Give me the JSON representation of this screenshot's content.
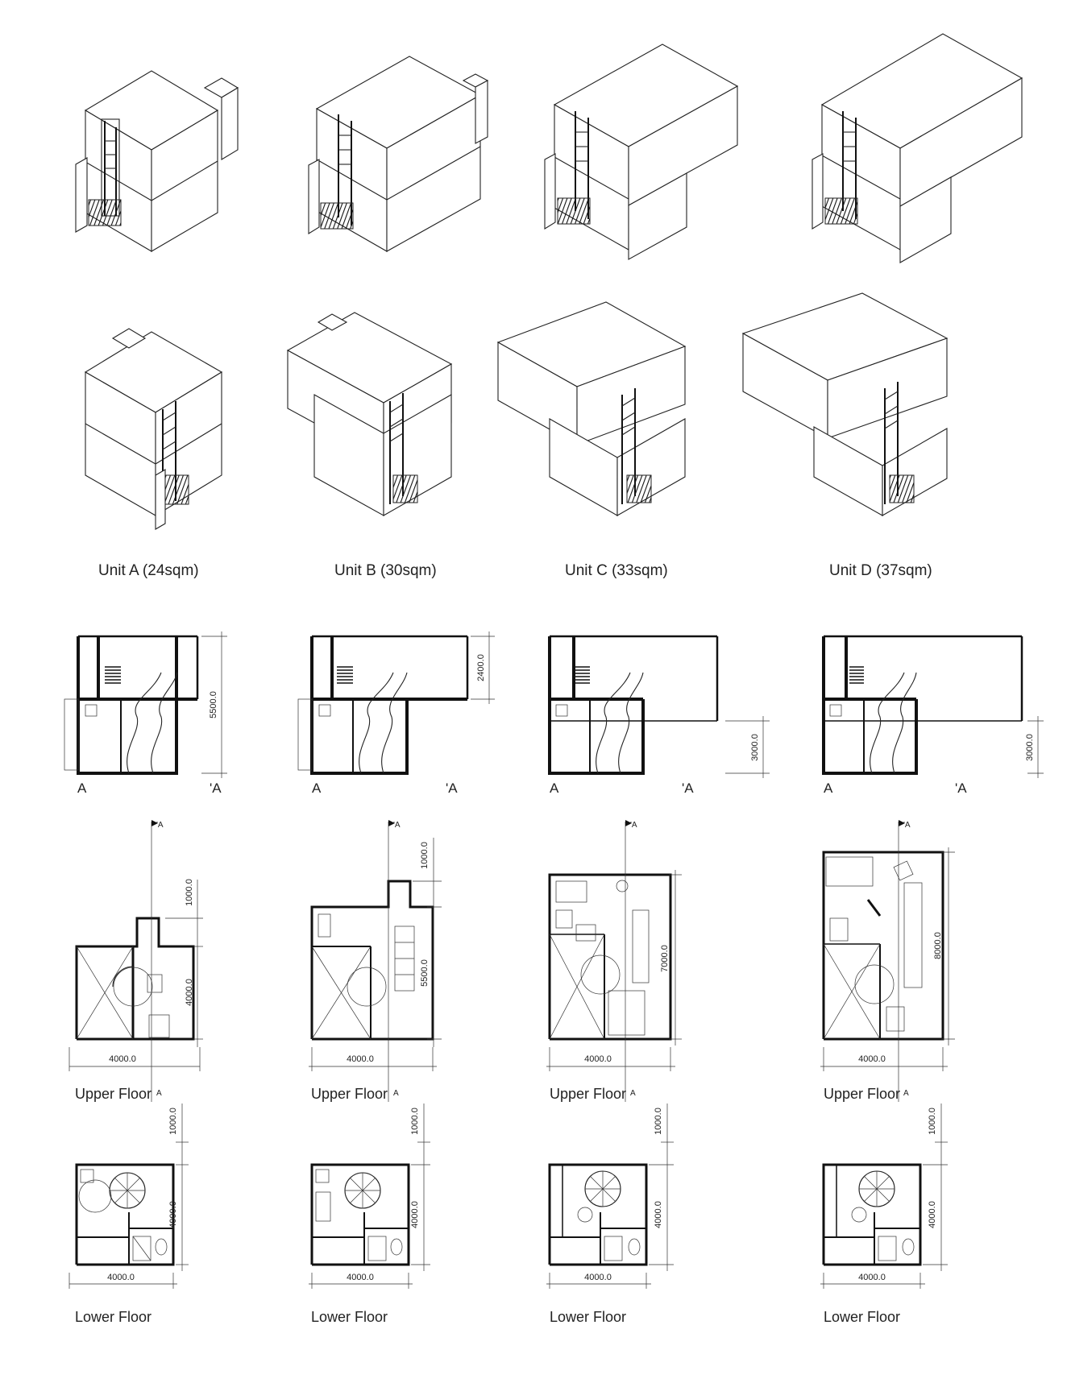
{
  "units": [
    {
      "title": "Unit A (24sqm)",
      "section_left": "A",
      "section_right": "'A",
      "section_height": "5500.0",
      "upper": {
        "label": "Upper Floor",
        "marker": "A",
        "marker_top": "'A",
        "width": "4000.0",
        "dim_top": "1000.0",
        "dim_main": "4000.0"
      },
      "lower": {
        "label": "Lower Floor",
        "width": "4000.0",
        "dim_top": "1000.0",
        "dim_main": "4000.0"
      }
    },
    {
      "title": "Unit B (30sqm)",
      "section_left": "A",
      "section_right": "'A",
      "section_height": "2400.0",
      "upper": {
        "label": "Upper Floor",
        "marker": "A",
        "marker_top": "'A",
        "width": "4000.0",
        "dim_top": "1000.0",
        "dim_main": "5500.0"
      },
      "lower": {
        "label": "Lower Floor",
        "width": "4000.0",
        "dim_top": "1000.0",
        "dim_main": "4000.0"
      }
    },
    {
      "title": "Unit C (33sqm)",
      "section_left": "A",
      "section_right": "'A",
      "section_height": "3000.0",
      "upper": {
        "label": "Upper Floor",
        "marker": "A",
        "marker_top": "'A",
        "width": "4000.0",
        "dim_top": "",
        "dim_main": "7000.0"
      },
      "lower": {
        "label": "Lower Floor",
        "width": "4000.0",
        "dim_top": "1000.0",
        "dim_main": "4000.0"
      }
    },
    {
      "title": "Unit D (37sqm)",
      "section_left": "A",
      "section_right": "'A",
      "section_height": "3000.0",
      "upper": {
        "label": "Upper Floor",
        "marker": "A",
        "marker_top": "'A",
        "width": "4000.0",
        "dim_top": "",
        "dim_main": "8000.0"
      },
      "lower": {
        "label": "Lower Floor",
        "width": "4000.0",
        "dim_top": "1000.0",
        "dim_main": "4000.0"
      }
    }
  ]
}
